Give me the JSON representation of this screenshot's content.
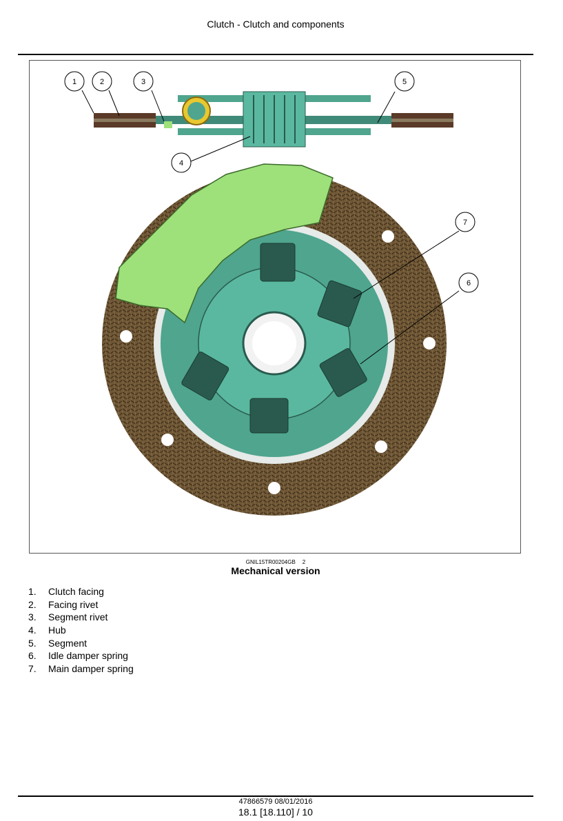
{
  "header": {
    "title": "Clutch - Clutch and components"
  },
  "figure": {
    "reference_code": "GNIL15TR00204GB",
    "figure_number": "2",
    "caption": "Mechanical version",
    "callouts": [
      "1",
      "2",
      "3",
      "4",
      "5",
      "6",
      "7"
    ],
    "colors": {
      "facing": "#6e5634",
      "plate": "#4fa58e",
      "segment": "#9ee07a",
      "callout_stroke": "#000000"
    }
  },
  "legend": [
    {
      "num": "1.",
      "label": "Clutch facing"
    },
    {
      "num": "2.",
      "label": "Facing rivet"
    },
    {
      "num": "3.",
      "label": "Segment rivet"
    },
    {
      "num": "4.",
      "label": "Hub"
    },
    {
      "num": "5.",
      "label": "Segment"
    },
    {
      "num": "6.",
      "label": "Idle damper spring"
    },
    {
      "num": "7.",
      "label": "Main damper spring"
    }
  ],
  "footer": {
    "document": "47866579 08/01/2016",
    "page": "18.1 [18.110] / 10"
  }
}
